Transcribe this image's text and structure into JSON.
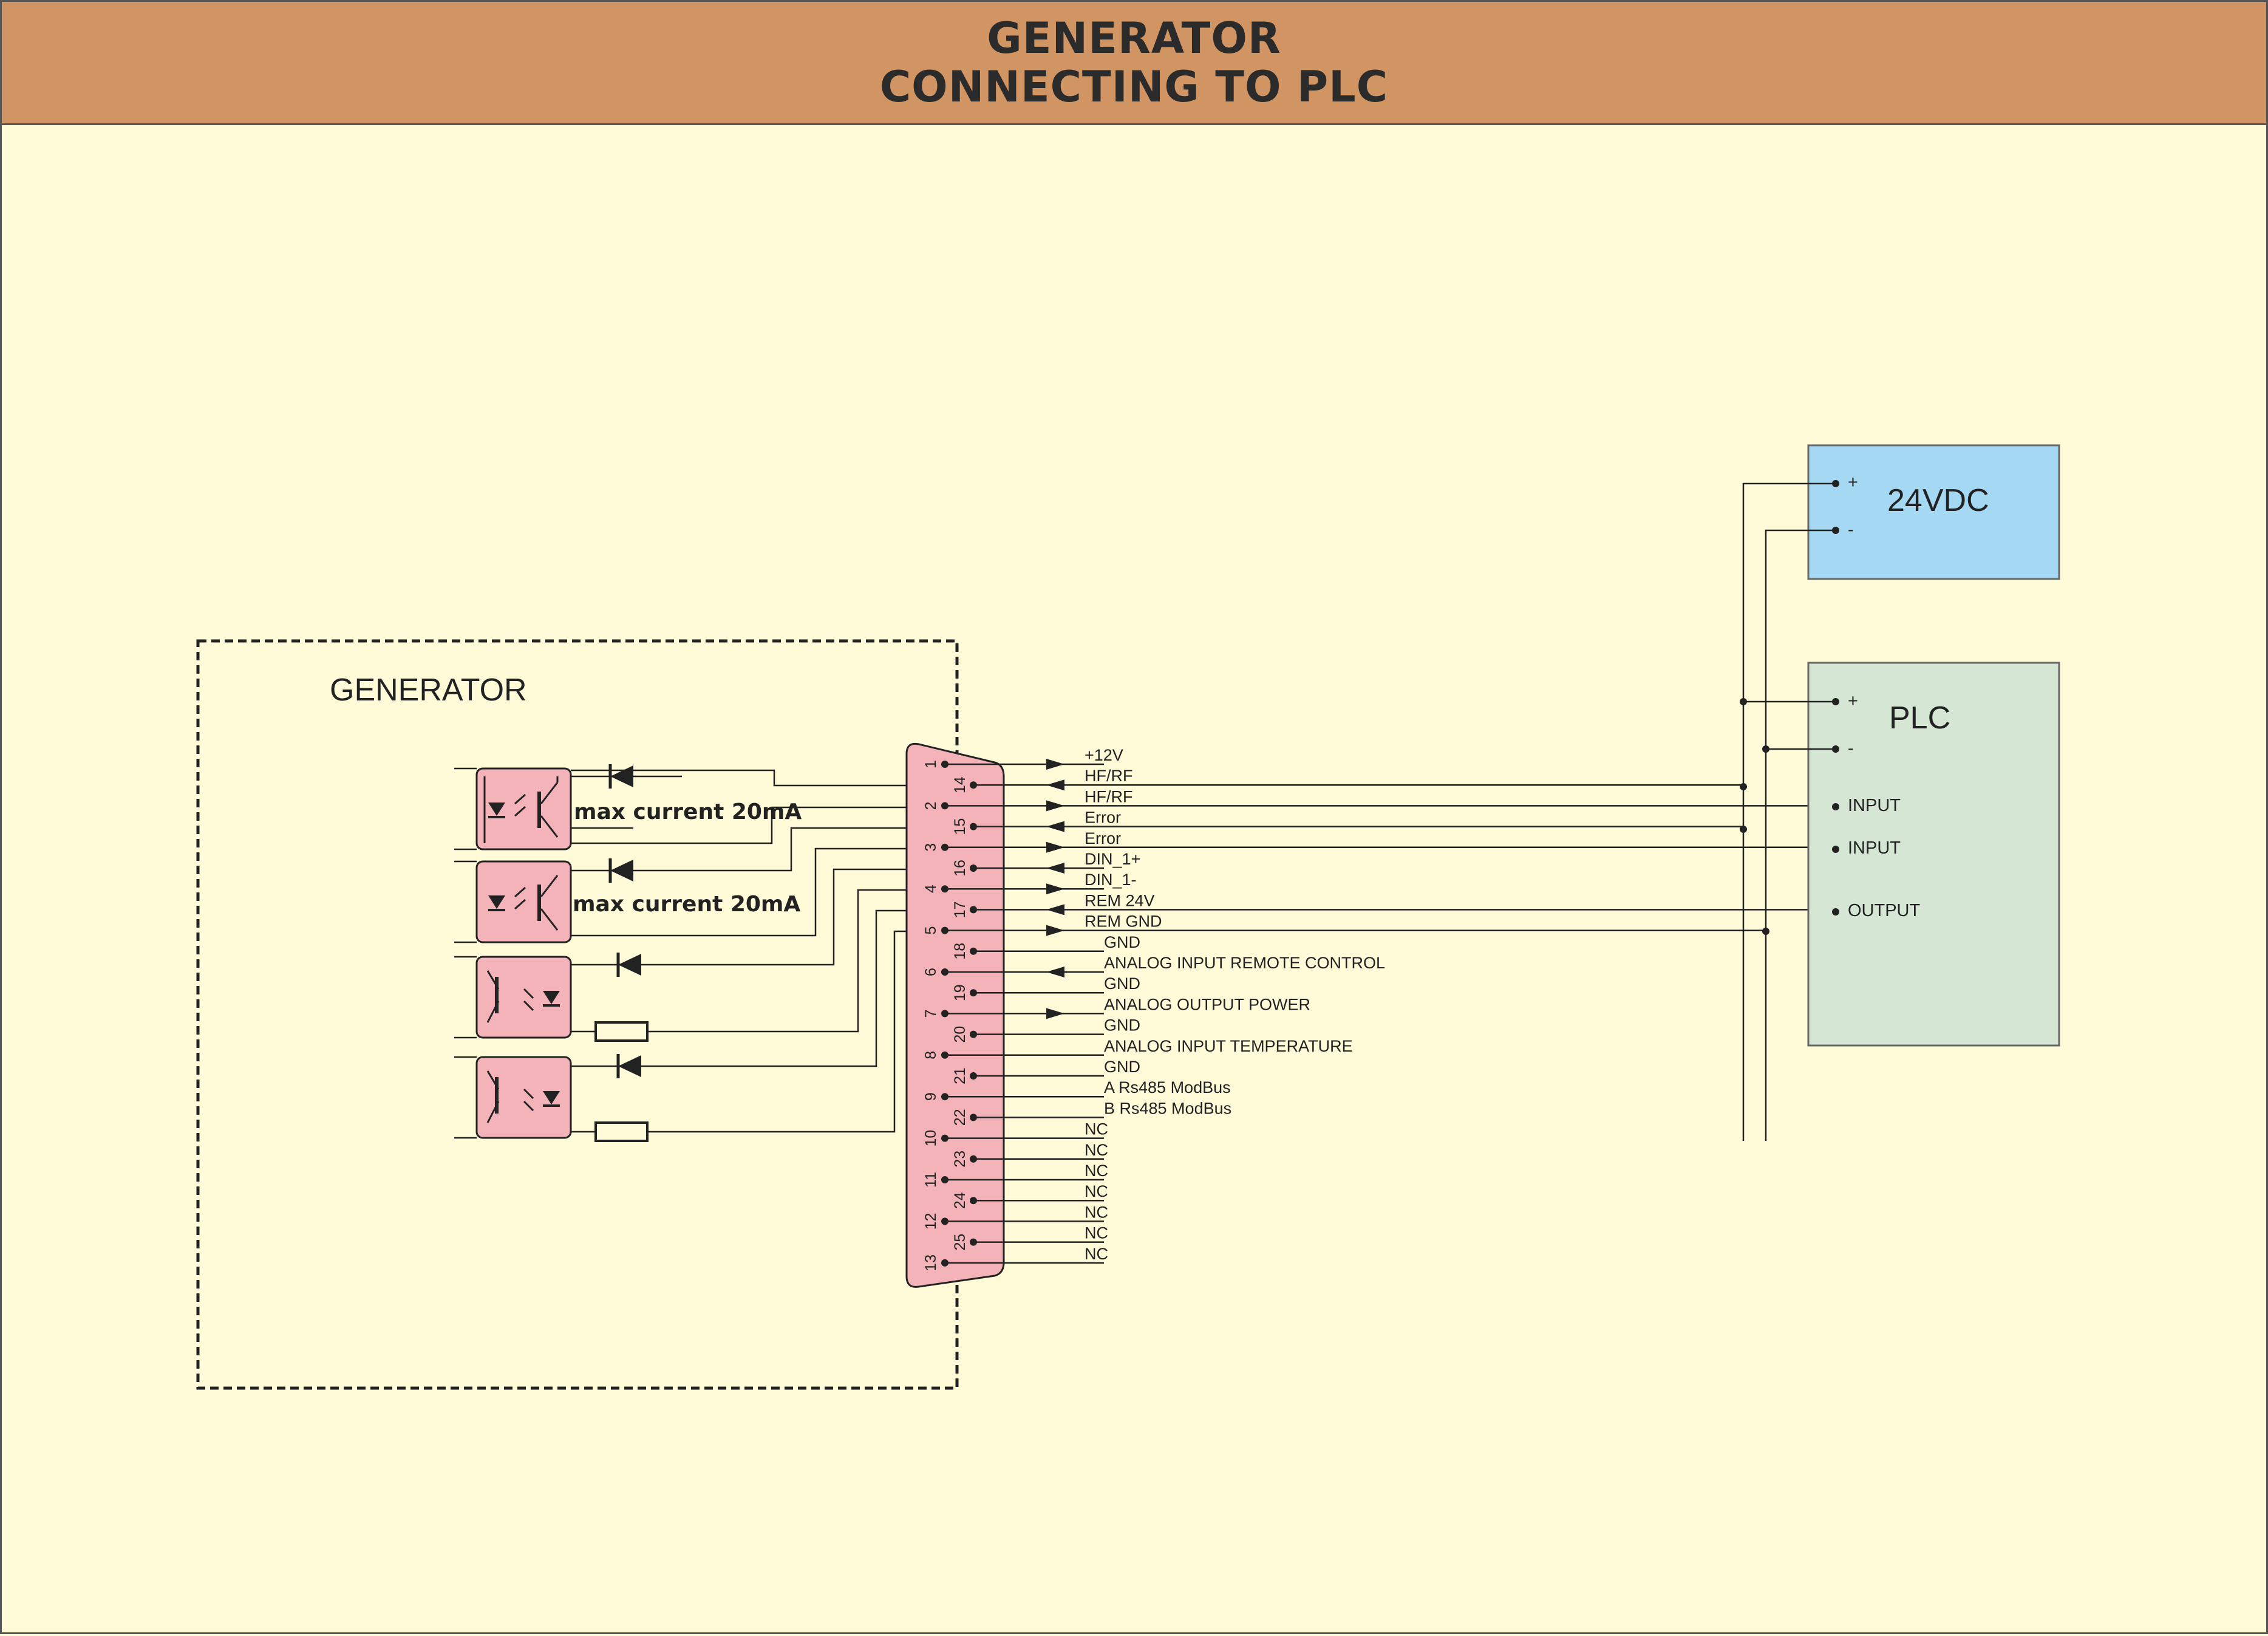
{
  "header": {
    "line1": "GENERATOR",
    "line2": "CONNECTING TO PLC"
  },
  "generator": {
    "label": "GENERATOR",
    "opto_notes": [
      "max current 20mA",
      "max current 20mA"
    ]
  },
  "connector": {
    "pins_top": [
      "1",
      "2",
      "3",
      "4",
      "5",
      "6",
      "7",
      "8",
      "9",
      "10",
      "11",
      "12",
      "13"
    ],
    "pins_bottom": [
      "14",
      "15",
      "16",
      "17",
      "18",
      "19",
      "20",
      "21",
      "22",
      "23",
      "24",
      "25"
    ]
  },
  "signals": [
    "+12V",
    "HF/RF",
    "HF/RF",
    "Error",
    "Error",
    "DIN_1+",
    "DIN_1-",
    "REM 24V",
    "REM GND",
    "GND",
    "ANALOG INPUT REMOTE CONTROL",
    "GND",
    "ANALOG OUTPUT POWER",
    "GND",
    "ANALOG INPUT TEMPERATURE",
    "GND",
    "A Rs485 ModBus",
    "B Rs485 ModBus",
    "NC",
    "NC",
    "NC",
    "NC",
    "NC",
    "NC",
    "NC"
  ],
  "psu": {
    "label": "24VDC",
    "plus": "+",
    "minus": "-",
    "color": "#a5d8f3"
  },
  "plc": {
    "label": "PLC",
    "plus": "+",
    "minus": "-",
    "io": [
      "INPUT",
      "INPUT",
      "OUTPUT"
    ],
    "color": "#d5e6d5"
  },
  "colors": {
    "background": "#fffad7",
    "header": "#d19564",
    "opto": "#f3b3b9",
    "connector": "#f3b3b9"
  }
}
